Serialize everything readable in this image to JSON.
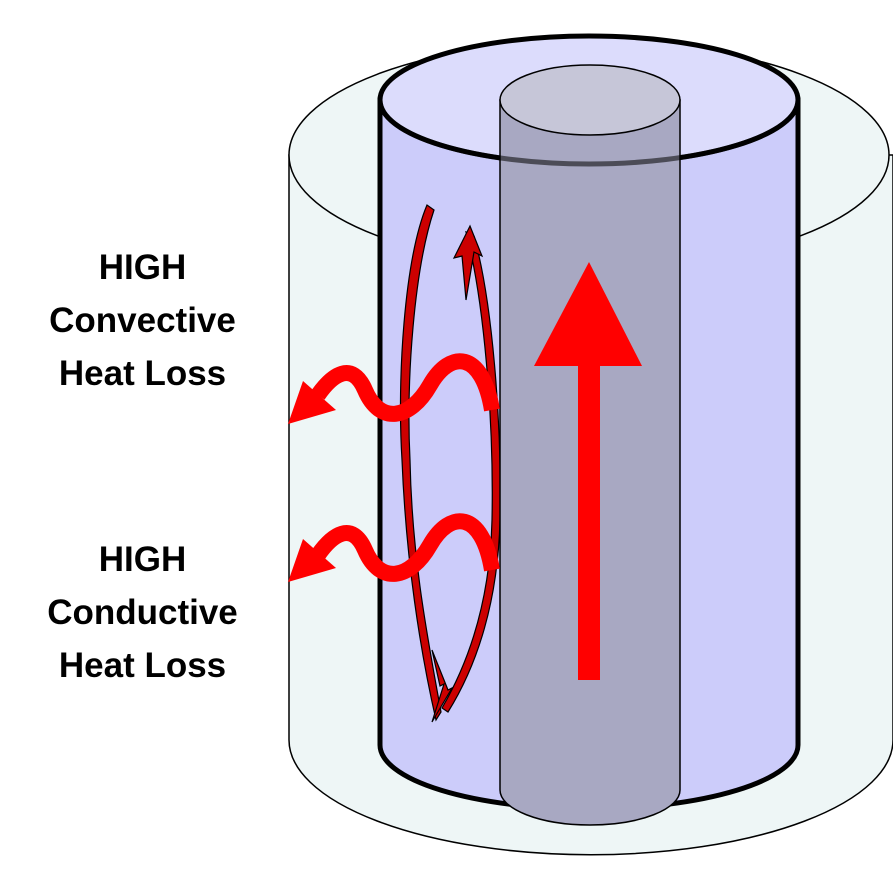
{
  "labels": {
    "convective": [
      "HIGH",
      "Convective",
      "Heat Loss"
    ],
    "conductive": [
      "HIGH",
      "Conductive",
      "Heat Loss"
    ]
  },
  "colors": {
    "outer_cylinder": "#eef6f6",
    "middle_cylinder": "#ccccfa",
    "middle_top": "#dcdcfc",
    "inner_cylinder": "#a8a8c2",
    "inner_top": "#c6c6d8",
    "arrow": "#ff0000",
    "swirl": "#cc0000"
  }
}
